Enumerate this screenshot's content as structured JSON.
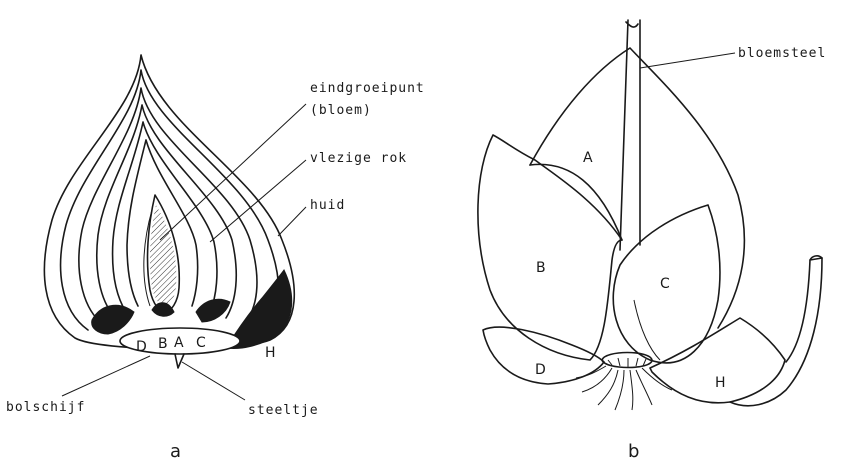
{
  "figure_a": {
    "labels": {
      "eindgroeipunt": "eindgroeipunt",
      "bloem": "(bloem)",
      "vlezige_rok": "vlezige rok",
      "huid": "huid",
      "bolschijf": "bolschijf",
      "steeltje": "steeltje"
    },
    "parts": {
      "D": "D",
      "B": "B",
      "A": "A",
      "C": "C",
      "H": "H"
    },
    "caption": "a"
  },
  "figure_b": {
    "labels": {
      "bloemsteel": "bloemsteel"
    },
    "parts": {
      "A": "A",
      "B": "B",
      "C": "C",
      "D": "D",
      "H": "H"
    },
    "caption": "b"
  }
}
